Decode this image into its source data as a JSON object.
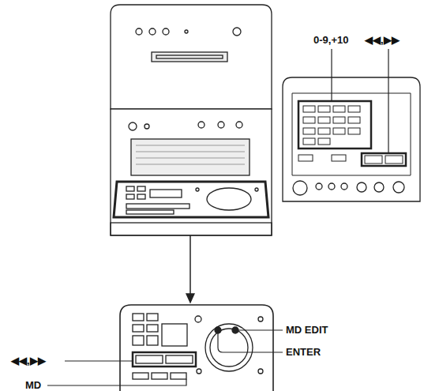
{
  "diagram": {
    "labels": [
      "0-9,+10",
      "◀◀,▶▶",
      "MD EDIT",
      "ENTER",
      "◀◀,▶▶",
      "MD"
    ]
  }
}
